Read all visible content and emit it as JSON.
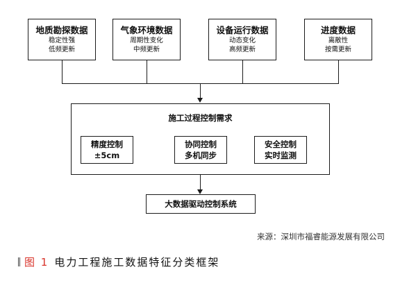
{
  "sources": [
    {
      "title": "地质勘探数据",
      "lines": [
        "稳定性强",
        "低频更新"
      ]
    },
    {
      "title": "气象环境数据",
      "lines": [
        "周期性变化",
        "中频更新"
      ]
    },
    {
      "title": "设备运行数据",
      "lines": [
        "动态变化",
        "高频更新"
      ]
    },
    {
      "title": "进度数据",
      "lines": [
        "离散性",
        "按需更新"
      ]
    }
  ],
  "requirements": {
    "title": "施工过程控制需求",
    "items": [
      {
        "lines": [
          "精度控制",
          "±5cm"
        ]
      },
      {
        "lines": [
          "协同控制",
          "多机同步"
        ]
      },
      {
        "lines": [
          "安全控制",
          "实时监测"
        ]
      }
    ]
  },
  "system": {
    "title": "大数据驱动控制系统"
  },
  "source_note": "来源：深圳市福睿能源发展有限公司",
  "caption": {
    "figure": "图 1",
    "text": "电力工程施工数据特征分类框架"
  }
}
